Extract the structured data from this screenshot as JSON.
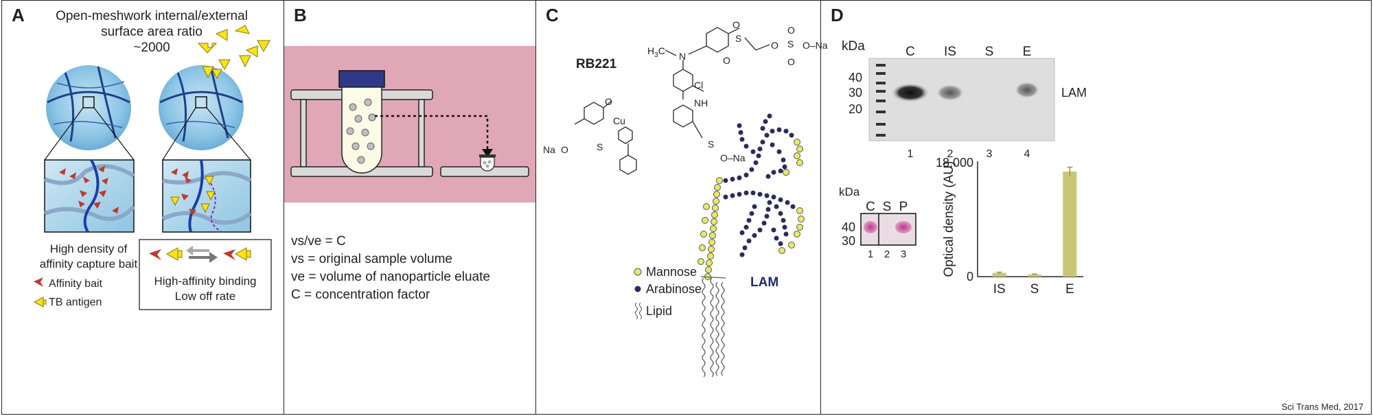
{
  "panel_a": {
    "letter": "A",
    "title_lines": [
      "Open-meshwork internal/external",
      "surface area ratio",
      "~2000"
    ],
    "left_caption_lines": [
      "High density of",
      "affinity capture bait"
    ],
    "legend": {
      "bait": "Affinity bait",
      "antigen": "TB antigen"
    },
    "box_caption_lines": [
      "High-affinity binding",
      "Low off rate"
    ]
  },
  "panel_b": {
    "letter": "B",
    "equations": [
      "vs/ve = C",
      "vs = original sample volume",
      "ve = volume of nanoparticle eluate",
      "C = concentration factor"
    ]
  },
  "panel_c": {
    "letter": "C",
    "compound": "RB221",
    "atoms": {
      "h3c": "H",
      "h3c_sub": "3",
      "h3c_c": "C",
      "n": "N",
      "s": "S",
      "o": "O",
      "na": "Na",
      "cl": "Cl",
      "cu": "Cu",
      "nh": "NH",
      "o_minus": "O",
      "o_na": "O–Na"
    },
    "legend": {
      "mannose": "Mannose",
      "arabinose": "Arabinose",
      "lipid": "Lipid"
    },
    "molecule_label": "LAM"
  },
  "panel_d": {
    "letter": "D",
    "blot": {
      "unit": "kDa",
      "markers": [
        "40",
        "30",
        "20"
      ],
      "lanes": [
        "C",
        "IS",
        "S",
        "E"
      ],
      "lane_numbers": [
        "1",
        "2",
        "3",
        "4"
      ],
      "band_label": "LAM"
    },
    "small_blot": {
      "unit": "kDa",
      "lanes": [
        "C",
        "S",
        "P"
      ],
      "markers": [
        "40",
        "30"
      ],
      "lane_numbers": [
        "1",
        "2",
        "3"
      ]
    },
    "chart_data": {
      "type": "bar",
      "categories": [
        "IS",
        "S",
        "E"
      ],
      "values": [
        600,
        350,
        16800
      ],
      "error": [
        120,
        80,
        700
      ],
      "ylabel": "Optical density (AU)",
      "yticks": [
        "0",
        "18,000"
      ],
      "ylim": [
        0,
        18000
      ],
      "bar_color": "#c9c677"
    },
    "credit": "Sci Trans Med, 2017"
  }
}
